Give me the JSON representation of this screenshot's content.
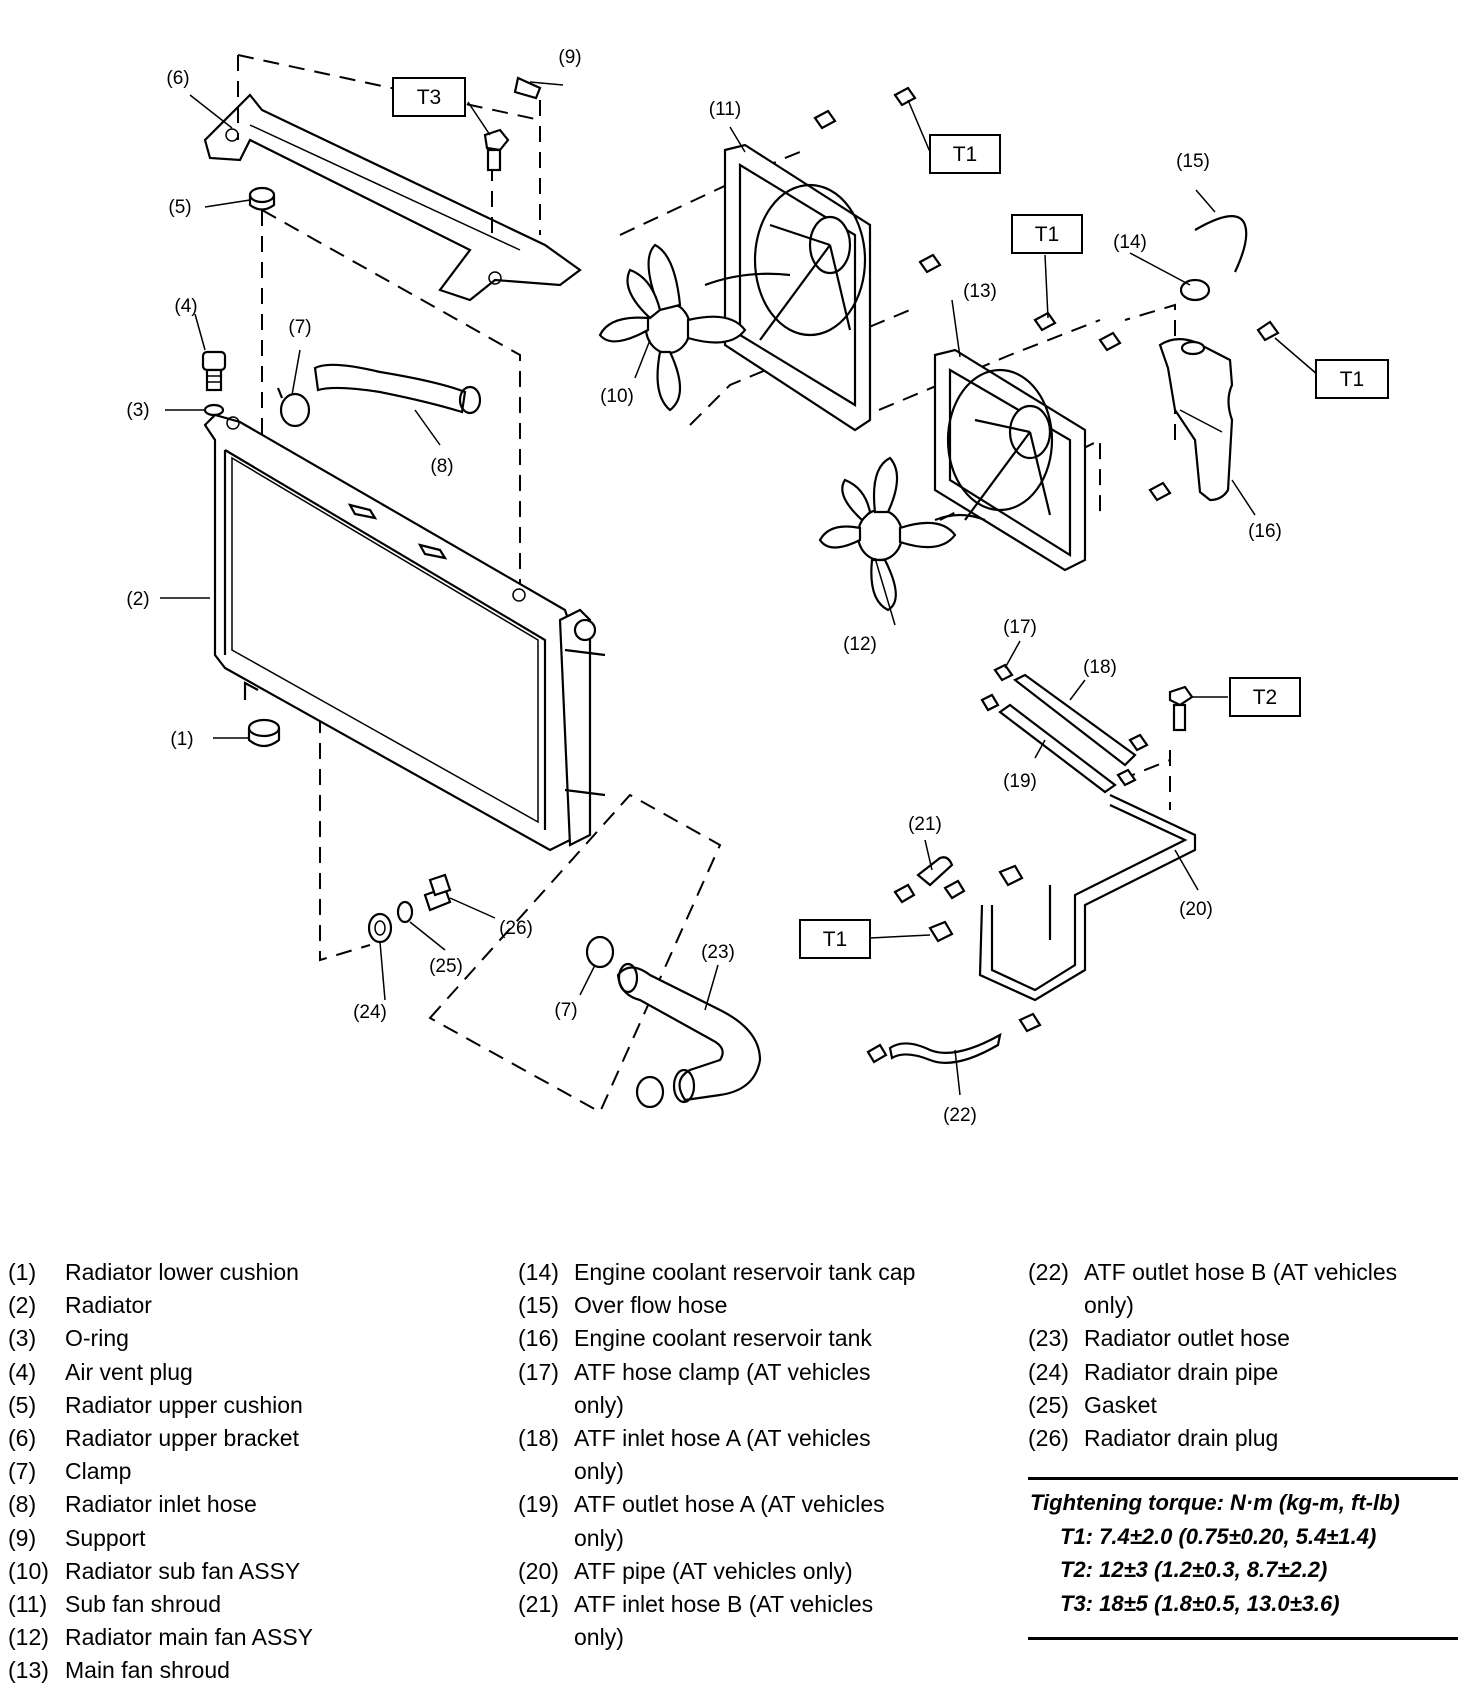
{
  "callouts": {
    "c1": "(1)",
    "c2": "(2)",
    "c3": "(3)",
    "c4": "(4)",
    "c5": "(5)",
    "c6": "(6)",
    "c7a": "(7)",
    "c7b": "(7)",
    "c8": "(8)",
    "c9": "(9)",
    "c10": "(10)",
    "c11": "(11)",
    "c12": "(12)",
    "c13": "(13)",
    "c14": "(14)",
    "c15": "(15)",
    "c16": "(16)",
    "c17": "(17)",
    "c18": "(18)",
    "c19": "(19)",
    "c20": "(20)",
    "c21": "(21)",
    "c22": "(22)",
    "c23": "(23)",
    "c24": "(24)",
    "c25": "(25)",
    "c26": "(26)"
  },
  "torque_tags": {
    "t3": "T3",
    "t1_a": "T1",
    "t1_b": "T1",
    "t1_c": "T1",
    "t1_d": "T1",
    "t2": "T2"
  },
  "legend": {
    "col1": [
      {
        "num": "(1)",
        "label": "Radiator lower cushion"
      },
      {
        "num": "(2)",
        "label": "Radiator"
      },
      {
        "num": "(3)",
        "label": "O-ring"
      },
      {
        "num": "(4)",
        "label": "Air vent plug"
      },
      {
        "num": "(5)",
        "label": "Radiator upper cushion"
      },
      {
        "num": "(6)",
        "label": "Radiator upper bracket"
      },
      {
        "num": "(7)",
        "label": "Clamp"
      },
      {
        "num": "(8)",
        "label": "Radiator inlet hose"
      },
      {
        "num": "(9)",
        "label": "Support"
      },
      {
        "num": "(10)",
        "label": "Radiator sub fan ASSY"
      },
      {
        "num": "(11)",
        "label": "Sub fan shroud"
      },
      {
        "num": "(12)",
        "label": "Radiator main fan ASSY"
      },
      {
        "num": "(13)",
        "label": "Main fan shroud"
      }
    ],
    "col2": [
      {
        "num": "(14)",
        "label": "Engine coolant reservoir tank cap"
      },
      {
        "num": "(15)",
        "label": "Over flow hose"
      },
      {
        "num": "(16)",
        "label": "Engine coolant reservoir tank"
      },
      {
        "num": "(17)",
        "label": "ATF hose clamp (AT vehicles only)"
      },
      {
        "num": "(18)",
        "label": "ATF inlet hose A (AT vehicles only)"
      },
      {
        "num": "(19)",
        "label": "ATF outlet hose A (AT vehicles only)"
      },
      {
        "num": "(20)",
        "label": "ATF pipe (AT vehicles only)"
      },
      {
        "num": "(21)",
        "label": "ATF inlet hose B (AT vehicles only)"
      }
    ],
    "col3": [
      {
        "num": "(22)",
        "label": "ATF outlet hose B (AT vehicles only)"
      },
      {
        "num": "(23)",
        "label": "Radiator outlet hose"
      },
      {
        "num": "(24)",
        "label": "Radiator drain pipe"
      },
      {
        "num": "(25)",
        "label": "Gasket"
      },
      {
        "num": "(26)",
        "label": "Radiator drain plug"
      }
    ]
  },
  "torque": {
    "title": "Tightening torque: N·m (kg-m, ft-lb)",
    "t1": "T1: 7.4±2.0 (0.75±0.20, 5.4±1.4)",
    "t2": "T2: 12±3 (1.2±0.3, 8.7±2.2)",
    "t3": "T3: 18±5 (1.8±0.5, 13.0±3.6)"
  }
}
